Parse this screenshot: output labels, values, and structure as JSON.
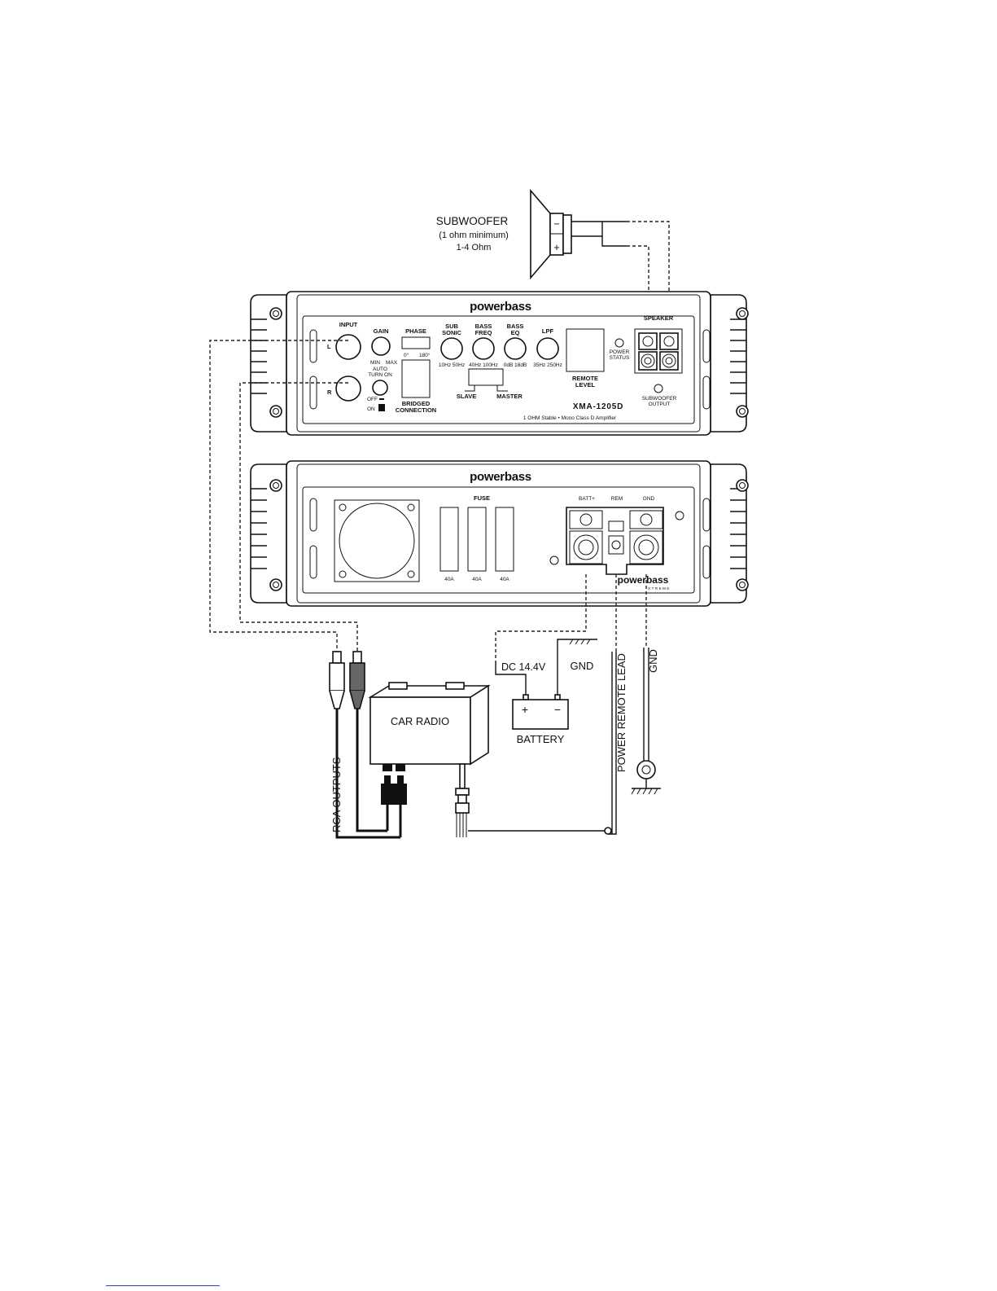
{
  "subwoofer": {
    "title": "SUBWOOFER",
    "min_note": "(1 ohm minimum)",
    "range": "1-4 Ohm",
    "minus": "−",
    "plus": "+"
  },
  "front_panel": {
    "brand": "powerbass",
    "input": "INPUT",
    "l": "L",
    "r": "R",
    "gain": "GAIN",
    "gain_min": "MIN",
    "gain_max": "MAX",
    "auto_turn_on_1": "AUTO",
    "auto_turn_on_2": "TURN ON",
    "off": "OFF",
    "on": "ON",
    "phase": "PHASE",
    "phase_0": "0°",
    "phase_180": "180°",
    "bridged_1": "BRIDGED",
    "bridged_2": "CONNECTION",
    "sub_sonic_1": "SUB",
    "sub_sonic_2": "SONIC",
    "sub_sonic_range": "10Hz  50Hz",
    "bass_freq_1": "BASS",
    "bass_freq_2": "FREQ",
    "bass_freq_range": "40Hz 100Hz",
    "bass_eq_1": "BASS",
    "bass_eq_2": "EQ",
    "bass_eq_range": "0dB  18dB",
    "lpf": "LPF",
    "lpf_range": "35Hz  250Hz",
    "slave": "SLAVE",
    "master": "MASTER",
    "remote_level_1": "REMOTE",
    "remote_level_2": "LEVEL",
    "power_1": "POWER",
    "power_2": "STATUS",
    "speaker": "SPEAKER",
    "sub_out_1": "SUBWOOFER",
    "sub_out_2": "OUTPUT",
    "model": "XMA-1205D",
    "tagline": "1 OHM Stable • Mono Class D Amplifier"
  },
  "rear_panel": {
    "brand": "powerbass",
    "fuse": "FUSE",
    "fuses": [
      "40A",
      "40A",
      "40A"
    ],
    "batt": "BATT+",
    "rem": "REM",
    "gnd": "GND",
    "brand_small": "powerbass",
    "brand_sub": "XTREME"
  },
  "wiring": {
    "dc": "DC 14.4V",
    "gnd_batt": "GND",
    "battery": "BATTERY",
    "batt_plus": "+",
    "batt_minus": "−",
    "car_radio": "CAR RADIO",
    "rca_outputs": "RCA OUTPUTS",
    "power_remote_lead": "POWER REMOTE LEAD",
    "gnd_chassis": "GND"
  },
  "colors": {
    "line": "#111111",
    "background": "#ffffff",
    "footer_rule": "#3344cc"
  }
}
